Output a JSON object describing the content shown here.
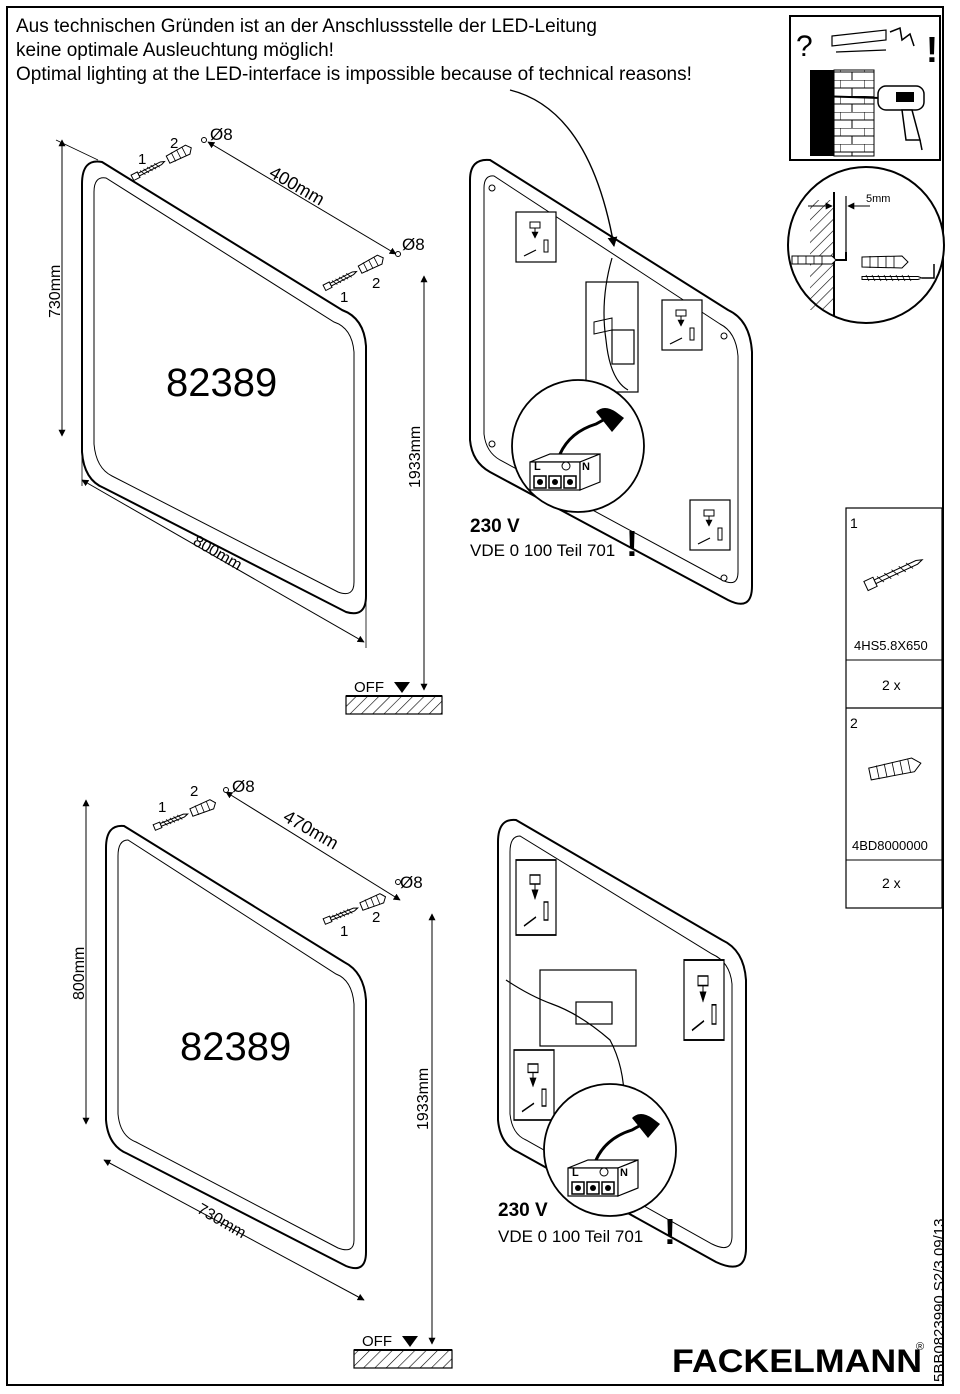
{
  "notice": {
    "line_de_1": "Aus technischen Gründen ist an der Anschlussstelle der LED-Leitung",
    "line_de_2": "keine optimale Ausleuchtung möglich!",
    "line_en": "Optimal lighting at the LED-interface is impossible because of technical reasons!"
  },
  "warning_box": {
    "question_mark": "?",
    "exclamation": "!"
  },
  "detail_circle": {
    "gap_label": "5mm"
  },
  "diagram_1": {
    "model_number": "82389",
    "height_label": "730mm",
    "width_label": "800mm",
    "hole_spacing_label": "400mm",
    "drill_diameter_left": "Ø8",
    "drill_diameter_right": "Ø8",
    "floor_distance_label": "1933mm",
    "off_label": "OFF",
    "part_1": "1",
    "part_2": "2",
    "part_1b": "1",
    "part_2b": "2",
    "voltage_label": "230 V",
    "standard_label": "VDE 0 100 Teil 701",
    "terminal_l": "L",
    "terminal_n": "N",
    "alert": "!"
  },
  "diagram_2": {
    "model_number": "82389",
    "height_label": "800mm",
    "width_label": "730mm",
    "hole_spacing_label": "470mm",
    "drill_diameter_left": "Ø8",
    "drill_diameter_right": "Ø8",
    "floor_distance_label": "1933mm",
    "off_label": "OFF",
    "part_1": "1",
    "part_2": "2",
    "part_1b": "1",
    "part_2b": "2",
    "voltage_label": "230 V",
    "standard_label": "VDE 0 100 Teil 701",
    "terminal_l": "L",
    "terminal_n": "N",
    "alert": "!"
  },
  "parts_list": [
    {
      "number": "1",
      "code": "4HS5.8X650",
      "quantity": "2 x"
    },
    {
      "number": "2",
      "code": "4BD8000000",
      "quantity": "2 x"
    }
  ],
  "footer": {
    "brand": "FACKELMANN",
    "registered": "®",
    "document_code": "5BB0823990 S2/3 09/13"
  }
}
